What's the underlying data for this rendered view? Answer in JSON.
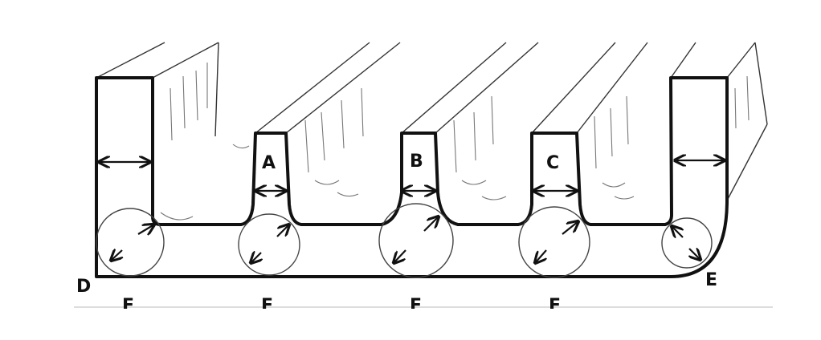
{
  "labels": {
    "a": "A",
    "b": "B",
    "c": "C",
    "d": "D",
    "e": "E",
    "f1": "F",
    "f2": "F",
    "f3": "F",
    "f4": "F"
  },
  "colors": {
    "line": "#111111",
    "background": "#ffffff",
    "baseline": "#dddddd"
  }
}
